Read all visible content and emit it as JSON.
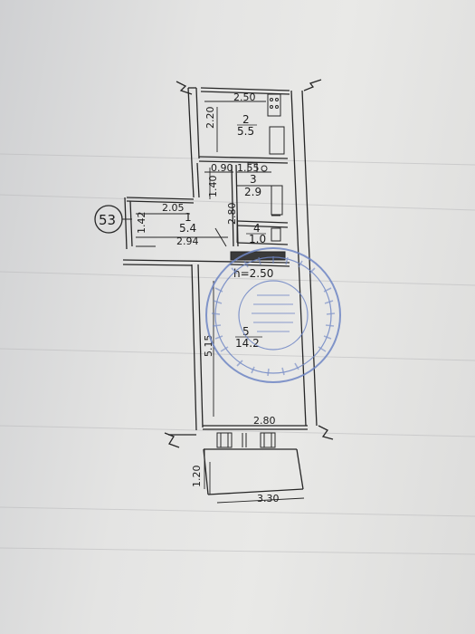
{
  "apartment_number": "53",
  "ceiling_height": "h=2.50",
  "rooms": [
    {
      "number": "1",
      "area": "5.4"
    },
    {
      "number": "2",
      "area": "5.5"
    },
    {
      "number": "3",
      "area": "2.9"
    },
    {
      "number": "4",
      "area": "1.0"
    },
    {
      "number": "5",
      "area": "14.2"
    }
  ],
  "dimensions": {
    "kitchen_width": "2.50",
    "kitchen_depth": "2.20",
    "corridor_top": "0.90",
    "bath_width": "1.55",
    "corridor_side": "1.40",
    "hall_top": "2.05",
    "hall_side": "1.42",
    "hall_depth": "2.80",
    "hall_bottom": "2.94",
    "room_depth": "5.15",
    "room_width": "2.80",
    "balcony_depth": "1.20",
    "balcony_width": "3.30"
  },
  "colors": {
    "stamp": "#6f86c4",
    "line": "#262626",
    "wall": "#f4f4f2"
  }
}
